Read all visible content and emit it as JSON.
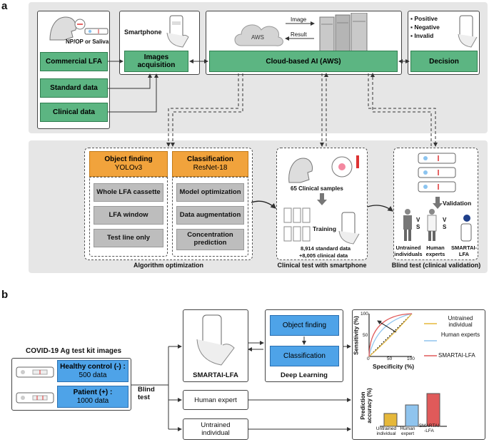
{
  "panel_a": {
    "letter": "a",
    "np_label": "NP/OP or Saliva",
    "commercial_lfa": "Commercial LFA",
    "standard_data": "Standard data",
    "clinical_data": "Clinical data",
    "smartphone": "Smartphone",
    "images_acquisition": "Images acquisition",
    "aws_cloud": "AWS",
    "image_arrow": "Image",
    "result_arrow": "Result",
    "cloud_ai": "Cloud-based AI (AWS)",
    "outcomes": [
      "Positive",
      "Negative",
      "Invalid"
    ],
    "decision": "Decision",
    "object_finding": "Object finding",
    "yolo": "YOLOv3",
    "classification": "Classification",
    "resnet": "ResNet-18",
    "obj_items": [
      "Whole LFA cassette",
      "LFA window",
      "Test line only"
    ],
    "cls_items": [
      "Model optimization",
      "Data augmentation",
      "Concentration prediction"
    ],
    "algorithm_optimization": "Algorithm optimization",
    "clinical_samples": "65 Clinical samples",
    "training": "Training",
    "standard_count": "8,914 standard data",
    "clinical_count": "+8,005 clinical data",
    "clinical_test": "Clinical test with smartphone",
    "validation": "Validation",
    "vs": "V S",
    "untrained": "Untrained individuals",
    "human_experts": "Human experts",
    "smart_lfa_a": "SMARTAI-LFA",
    "blind_test_a": "Blind test (clinical validation)"
  },
  "panel_b": {
    "letter": "b",
    "kit_title": "COVID-19 Ag test kit images",
    "healthy": "Healthy control (-) :",
    "healthy_n": "500 data",
    "patient": "Patient (+) :",
    "patient_n": "1000 data",
    "blind_test": "Blind test",
    "smart_lfa": "SMARTAI-LFA",
    "object_finding": "Object finding",
    "classification": "Classification",
    "deep_learning": "Deep Learning",
    "human_expert": "Human expert",
    "untrained_individual": "Untrained individual",
    "roc_ylabel": "Sensitivity (%)",
    "roc_xlabel": "Specificity (%)",
    "roc_ticks": [
      "100",
      "50",
      "0",
      "50",
      "100"
    ],
    "legend": [
      "Untrained individual",
      "Human experts",
      "SMARTAI-LFA"
    ],
    "bar_ylabel": "Prediction accuracy (%)",
    "bar_labels": [
      "Untrained individual",
      "Human expert",
      "SMARTAI -LFA"
    ]
  },
  "colors": {
    "green": "#5cb582",
    "orange": "#f1a33c",
    "grey_box": "#bdbdbd",
    "blue": "#4ea3e8",
    "untrained": "#e6b83a",
    "expert": "#8fc4ee",
    "smart": "#e05a5a"
  }
}
